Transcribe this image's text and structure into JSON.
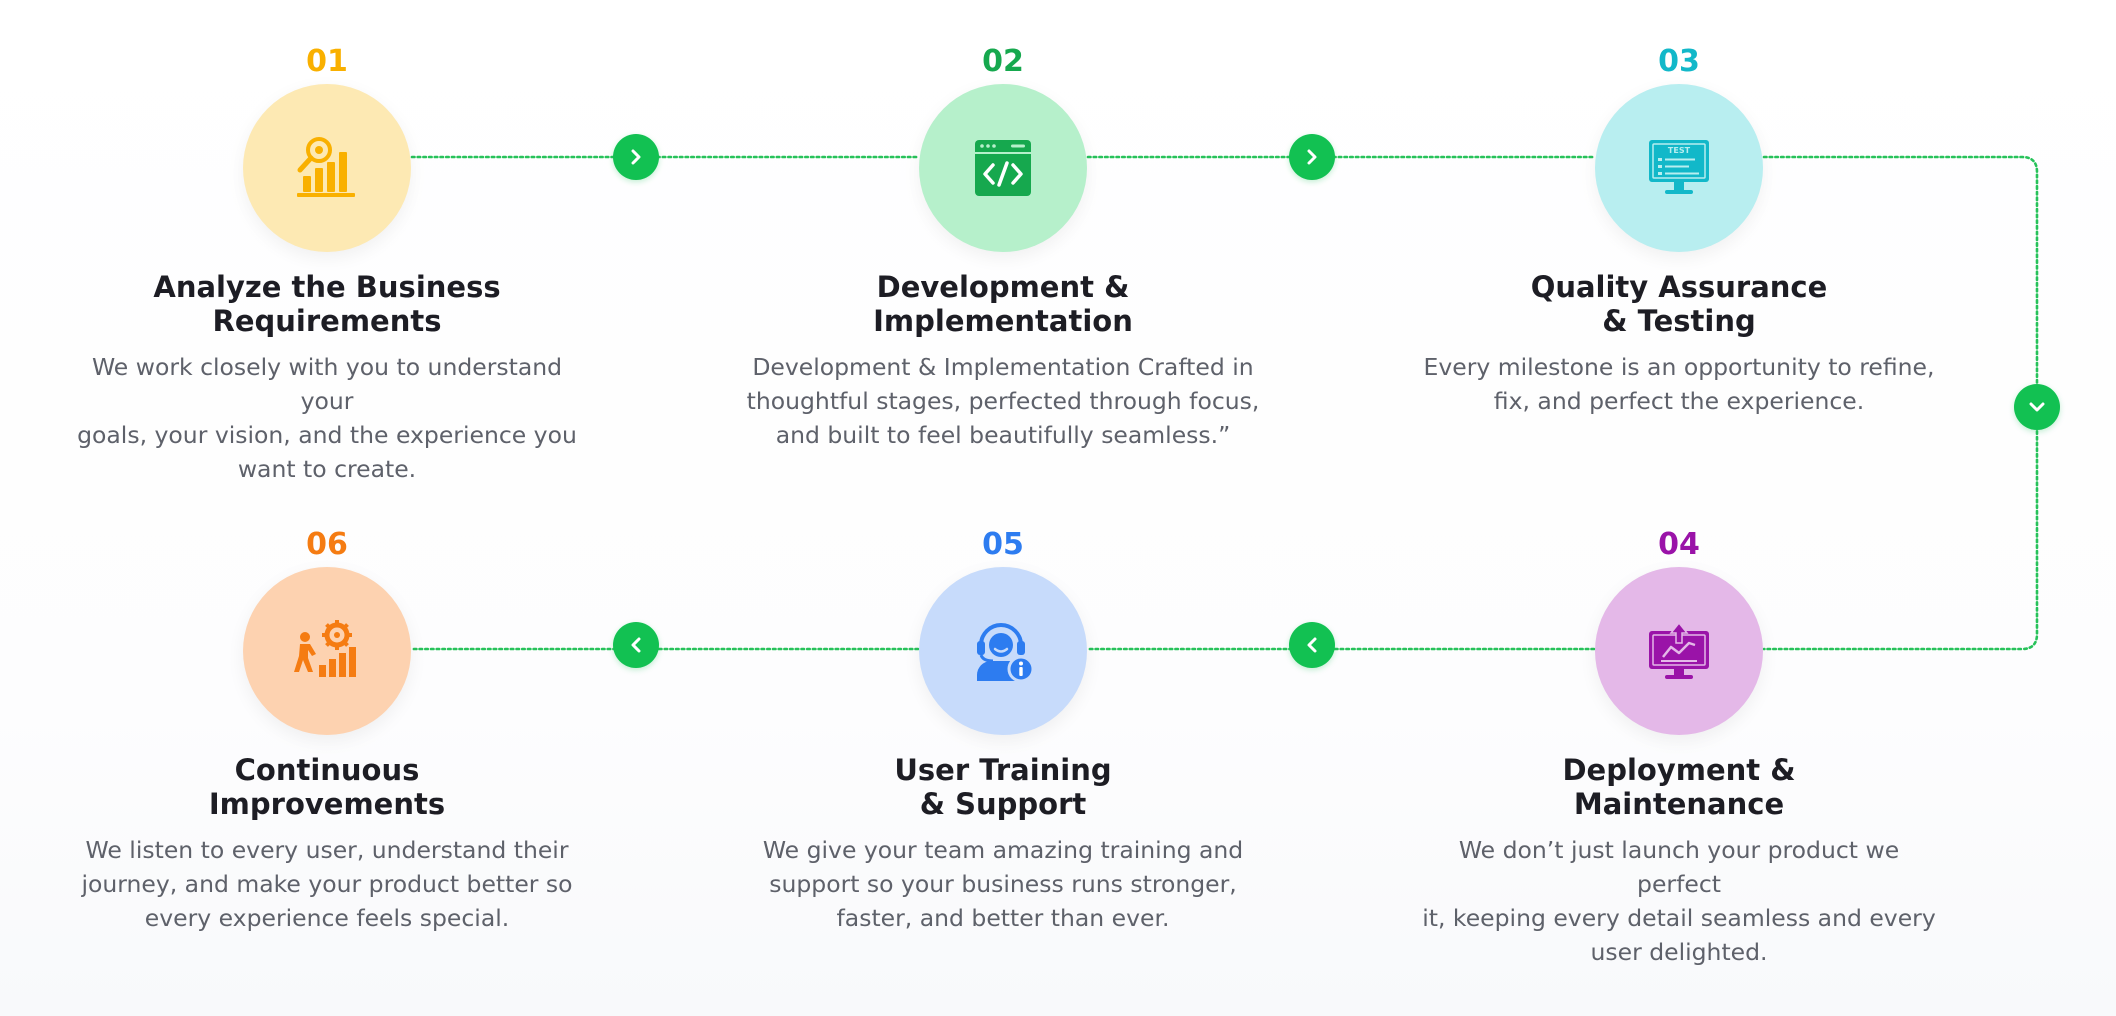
{
  "steps": [
    {
      "number": "01",
      "title": "Analyze the Business\nRequirements",
      "description": "We work closely with you to understand your\ngoals, your vision, and the experience you\nwant to create.",
      "icon": "analytics-magnifier-icon",
      "accent": "#f9b000",
      "circle_color": "#fde9b3"
    },
    {
      "number": "02",
      "title": "Development &\nImplementation",
      "description": "Development & Implementation Crafted in\nthoughtful stages, perfected through focus,\nand built to feel beautifully seamless.”",
      "icon": "code-window-icon",
      "accent": "#16a84e",
      "circle_color": "#b6f0cb"
    },
    {
      "number": "03",
      "title": "Quality Assurance\n& Testing",
      "description": "Every milestone is an opportunity to refine,\nfix, and perfect the experience.",
      "icon": "test-monitor-icon",
      "accent": "#12b8c9",
      "circle_color": "#b8eef0"
    },
    {
      "number": "04",
      "title": "Deployment &\nMaintenance",
      "description": "We don’t just launch your product we perfect\nit, keeping every detail seamless and every\nuser delighted.",
      "icon": "deploy-monitor-icon",
      "accent": "#9a13a8",
      "circle_color": "#e4b8e8"
    },
    {
      "number": "05",
      "title": "User Training\n& Support",
      "description": "We give your team amazing training and\nsupport so your business runs stronger,\nfaster, and better than ever.",
      "icon": "support-agent-icon",
      "accent": "#2d7cf0",
      "circle_color": "#c7dbfb"
    },
    {
      "number": "06",
      "title": "Continuous\nImprovements",
      "description": "We listen to every user, understand their\njourney, and make your product better so\nevery experience feels special.",
      "icon": "growth-gear-icon",
      "accent": "#f57c12",
      "circle_color": "#fdd2b0"
    }
  ],
  "connector": {
    "line_color": "#27c25a",
    "button_color": "#12c152",
    "buttons": [
      {
        "icon": "chevron-right-icon"
      },
      {
        "icon": "chevron-right-icon"
      },
      {
        "icon": "chevron-down-icon"
      },
      {
        "icon": "chevron-left-icon"
      },
      {
        "icon": "chevron-left-icon"
      }
    ]
  }
}
